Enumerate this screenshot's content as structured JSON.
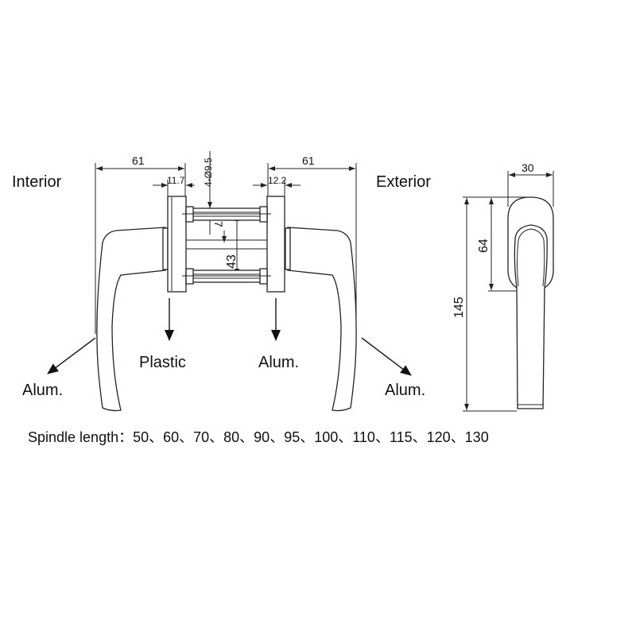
{
  "labels": {
    "interior": "Interior",
    "exterior": "Exterior",
    "plastic": "Plastic",
    "alum_center": "Alum.",
    "alum_left": "Alum.",
    "alum_right": "Alum.",
    "spindle": "Spindle length：50、60、70、80、90、95、100、110、115、120、130"
  },
  "dimensions": {
    "left_width": "61",
    "right_width": "61",
    "left_plate": "11.7",
    "right_plate": "12.2",
    "holes": "4-Ø9.5",
    "offset": "7",
    "spacing": "43",
    "side_width": "30",
    "side_rose": "64",
    "side_height": "145"
  }
}
